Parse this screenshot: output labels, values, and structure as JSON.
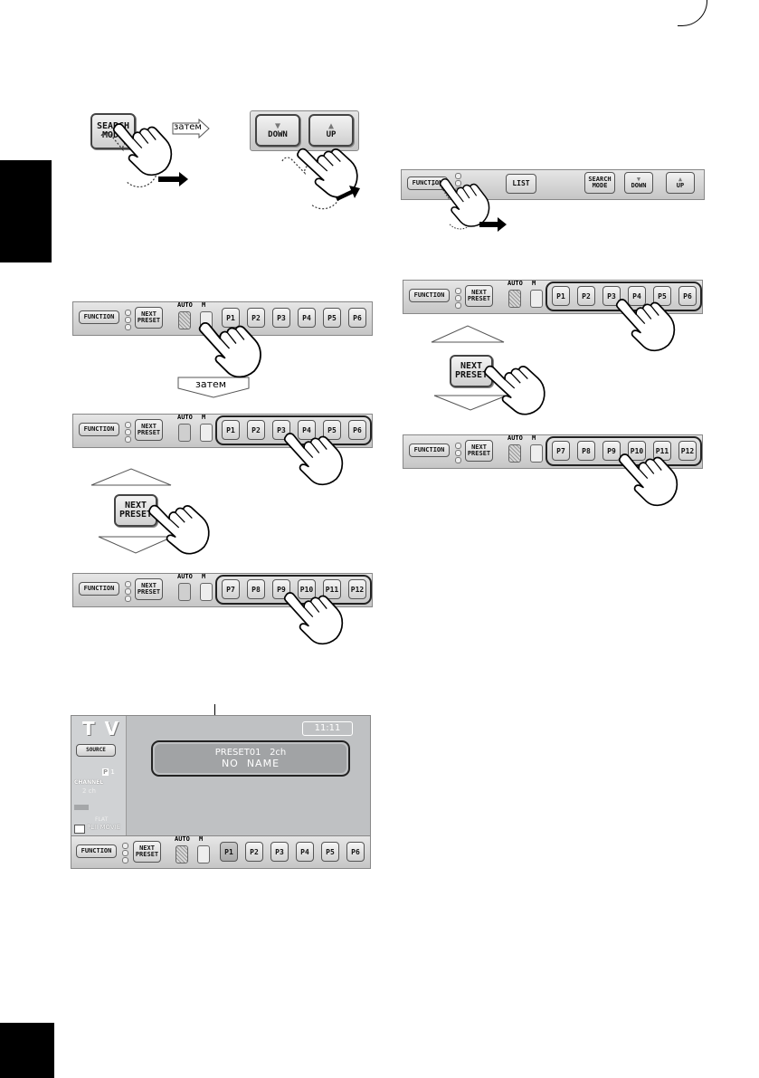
{
  "step_a": {
    "search_mode_label": "SEARCH\nMODE",
    "then_label": "затем",
    "down_label": "DOWN",
    "up_label": "UP"
  },
  "step_b": {
    "function_label": "FUNCTION",
    "list_label": "LIST",
    "search_mode_label": "SEARCH\nMODE",
    "down_label": "DOWN",
    "up_label": "UP"
  },
  "bar": {
    "function_label": "FUNCTION",
    "next_preset_label": "NEXT\nPRESET",
    "auto_label": "AUTO",
    "m_label": "M",
    "presets_a": [
      "P1",
      "P2",
      "P3",
      "P4",
      "P5",
      "P6"
    ],
    "presets_b": [
      "P7",
      "P8",
      "P9",
      "P10",
      "P11",
      "P12"
    ]
  },
  "then_label": "затем",
  "next_preset_big_label": "NEXT\nPRESET",
  "tv_screen": {
    "source_title": "T V",
    "source_button": "SOURCE",
    "clock": "11:11",
    "preset_line": "PRESET01   2ch",
    "name_line": "NO  NAME",
    "channel_label": "CHANNEL",
    "channel_value": "2 ch",
    "p_indicator": "1",
    "sound_mode": "FLAT",
    "dolby_label": "PLII MOVIE"
  },
  "colors": {
    "page_bg": "#ffffff",
    "tab": "#000000",
    "tv_bg": "#bfc1c3"
  }
}
